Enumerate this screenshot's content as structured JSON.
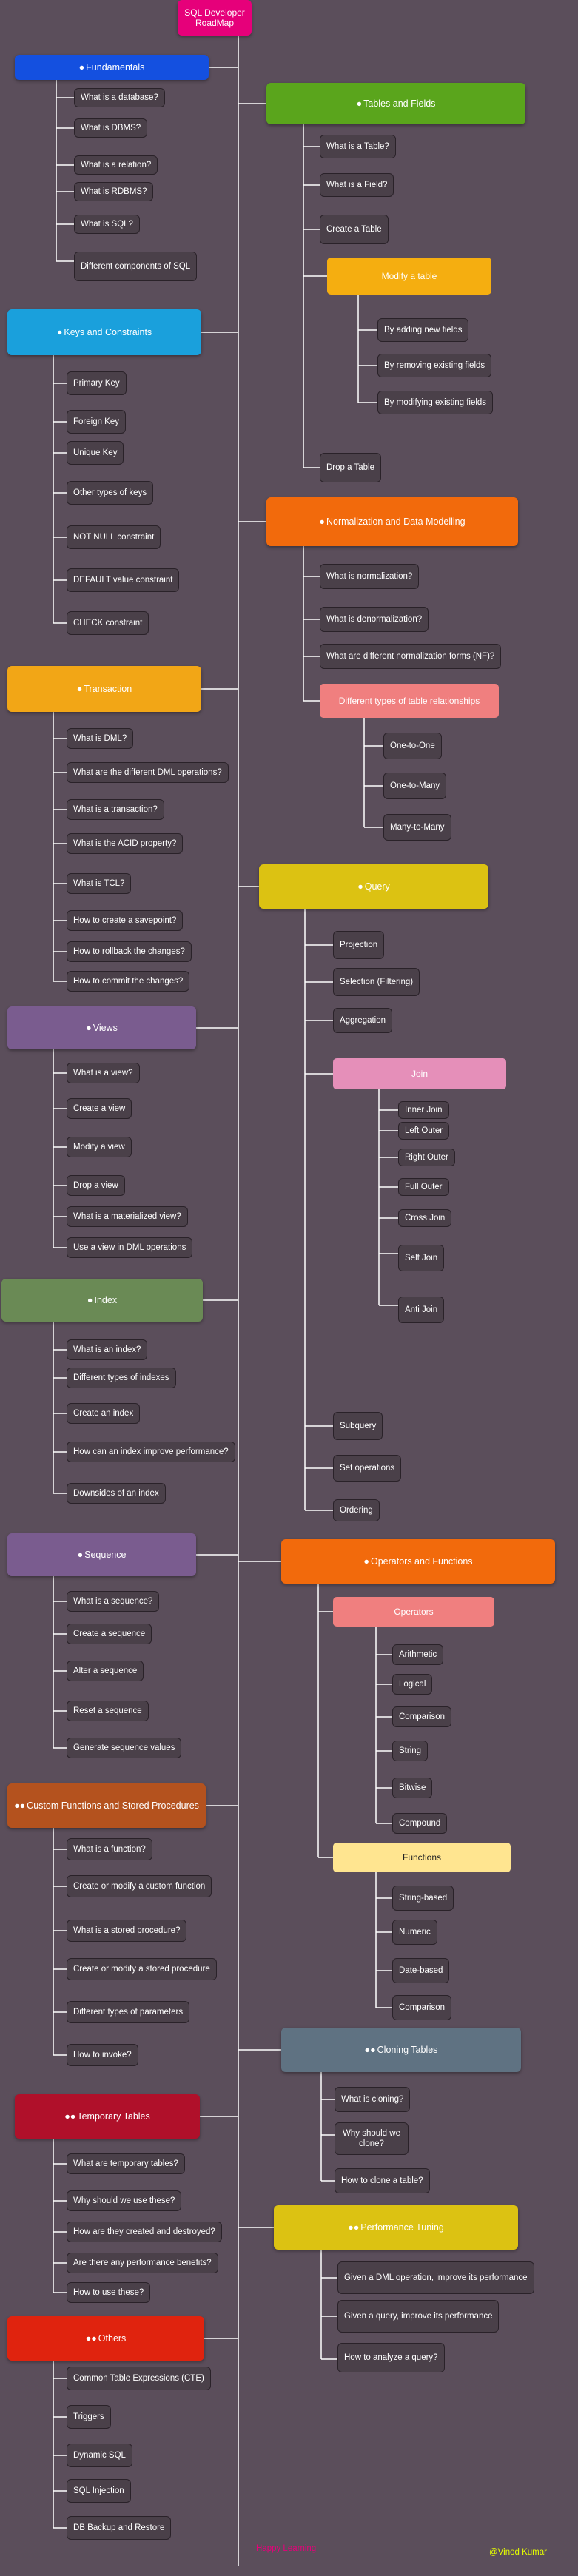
{
  "title": "SQL Developer RoadMap",
  "colors": {
    "background": "#5b4e5b",
    "title_box": "#e6007a",
    "leaf_box": "#4a4049",
    "connector": "#ffffff",
    "footer_left": "#e6007a",
    "footer_right": "#e6ff00"
  },
  "sections": {
    "fundamentals": {
      "label": "Fundamentals",
      "color": "#1450e0",
      "items": [
        "What is a database?",
        "What is DBMS?",
        "What is a relation?",
        "What is RDBMS?",
        "What is SQL?",
        "Different components of SQL"
      ]
    },
    "tables": {
      "label": "Tables and Fields",
      "color": "#5aa51c",
      "items": [
        "What is a Table?",
        "What is a Field?",
        "Create a Table",
        "Drop a Table"
      ],
      "modify": {
        "label": "Modify a table",
        "color": "#f5ae10",
        "items": [
          "By adding new fields",
          "By removing existing fields",
          "By modifying existing fields"
        ]
      }
    },
    "keys": {
      "label": "Keys and Constraints",
      "color": "#1aa0dc",
      "items": [
        "Primary Key",
        "Foreign Key",
        "Unique Key",
        "Other types of keys",
        "NOT NULL constraint",
        "DEFAULT value constraint",
        "CHECK constraint"
      ]
    },
    "normalization": {
      "label": "Normalization and Data Modelling",
      "color": "#f26a0c",
      "items": [
        "What is normalization?",
        "What is denormalization?",
        "What are different normalization forms (NF)?"
      ],
      "relations": {
        "label": "Different types of table relationships",
        "color": "#f07f7f",
        "items": [
          "One-to-One",
          "One-to-Many",
          "Many-to-Many"
        ]
      }
    },
    "transaction": {
      "label": "Transaction",
      "color": "#f2a616",
      "items": [
        "What is DML?",
        "What are the different DML operations?",
        "What is a transaction?",
        "What is the ACID property?",
        "What is TCL?",
        "How to create a savepoint?",
        "How to rollback the changes?",
        "How to commit the changes?"
      ]
    },
    "query": {
      "label": "Query",
      "color": "#dcc212",
      "items": [
        "Projection",
        "Selection (Filtering)",
        "Aggregation",
        "Subquery",
        "Set operations",
        "Ordering"
      ],
      "join": {
        "label": "Join",
        "color": "#e58fb9",
        "items": [
          "Inner Join",
          "Left Outer",
          "Right Outer",
          "Full Outer",
          "Cross Join",
          "Self Join",
          "Anti Join"
        ]
      }
    },
    "views": {
      "label": "Views",
      "color": "#7a5c8f",
      "items": [
        "What is a view?",
        "Create a view",
        "Modify a view",
        "Drop a view",
        "What is a materialized view?",
        "Use a view in DML operations"
      ]
    },
    "index": {
      "label": "Index",
      "color": "#6a8a55",
      "items": [
        "What is an index?",
        "Different types of indexes",
        "Create an index",
        "How can an index improve performance?",
        "Downsides of an index"
      ]
    },
    "sequence": {
      "label": "Sequence",
      "color": "#7a5c8f",
      "items": [
        "What is a sequence?",
        "Create a sequence",
        "Alter a sequence",
        "Reset a sequence",
        "Generate sequence values"
      ]
    },
    "operators_functions": {
      "label": "Operators and Functions",
      "color": "#f26a0c",
      "operators": {
        "label": "Operators",
        "color": "#f07f7f",
        "items": [
          "Arithmetic",
          "Logical",
          "Comparison",
          "String",
          "Bitwise",
          "Compound"
        ]
      },
      "functions": {
        "label": "Functions",
        "color": "#ffe590",
        "items": [
          "String-based",
          "Numeric",
          "Date-based",
          "Comparison"
        ]
      }
    },
    "custom_functions": {
      "label": "Custom Functions and Stored Procedures",
      "color": "#b4521e",
      "items": [
        "What is a function?",
        "Create or modify a custom function",
        "What is a stored procedure?",
        "Create or modify a stored procedure",
        "Different types of parameters",
        "How to invoke?"
      ]
    },
    "cloning": {
      "label": "Cloning Tables",
      "color": "#5f7282",
      "items": [
        "What is cloning?",
        "Why should we clone?",
        "How to clone a table?"
      ]
    },
    "temporary": {
      "label": "Temporary Tables",
      "color": "#b0102a",
      "items": [
        "What are temporary tables?",
        "Why should we use these?",
        "How are they created and destroyed?",
        "Are there any performance benefits?",
        "How to use these?"
      ]
    },
    "performance": {
      "label": "Performance Tuning",
      "color": "#dcc212",
      "items": [
        "Given a DML operation, improve its performance",
        "Given a query, improve its performance",
        "How to analyze a query?"
      ]
    },
    "others": {
      "label": "Others",
      "color": "#e0230e",
      "items": [
        "Common Table Expressions (CTE)",
        "Triggers",
        "Dynamic SQL",
        "SQL Injection",
        "DB Backup and Restore"
      ]
    }
  },
  "footer": {
    "left": "Happy Learning",
    "right": "@Vinod Kumar"
  }
}
